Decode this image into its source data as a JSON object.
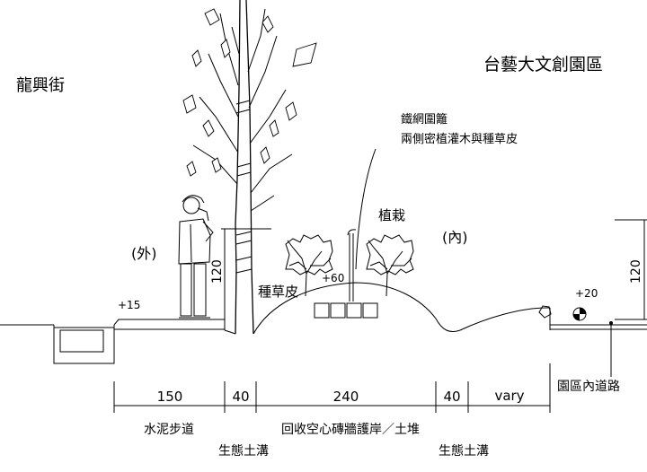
{
  "titles": {
    "street": "龍興街",
    "campus": "台藝大文創園區"
  },
  "labels": {
    "fence": "鐵網圍籬",
    "fence_note": "兩側密植灌木與種草皮",
    "planting": "植栽",
    "inside": "(內)",
    "outside": "(外)",
    "grass": "種草皮",
    "road": "園區內道路"
  },
  "elevations": {
    "sidewalk": "+15",
    "mound": "+60",
    "road": "+20"
  },
  "heights": {
    "left": "120",
    "right": "120"
  },
  "dimensions": [
    "150",
    "40",
    "240",
    "40",
    "vary"
  ],
  "zones": {
    "sidewalk": "水泥步道",
    "swale_left": "生態土溝",
    "embankment": "回收空心磚牆護岸／土堆",
    "swale_right": "生態土溝"
  }
}
